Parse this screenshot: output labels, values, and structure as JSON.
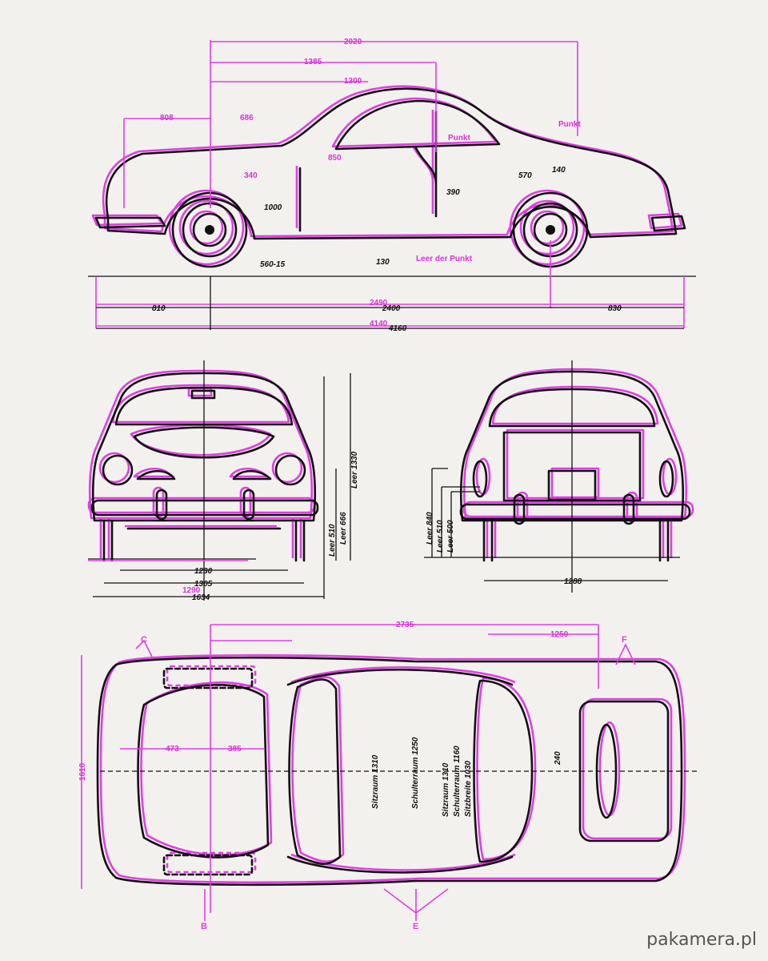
{
  "colors": {
    "ink": "#111111",
    "accent": "#e23de6",
    "paper": "#f3f1ee"
  },
  "side_view": {
    "dims_top": [
      "2020",
      "1385",
      "1300",
      "808",
      "686",
      "Punkt"
    ],
    "dims_body": [
      "340",
      "850",
      "390",
      "1000",
      "560-15",
      "130",
      "570",
      "140",
      "Leer der Punkt",
      "Punkt"
    ],
    "dims_bottom": [
      "810",
      "2400",
      "2490",
      "830",
      "4140",
      "4160"
    ]
  },
  "front_view": {
    "dims": [
      "1230",
      "1305",
      "1290",
      "1634",
      "Leer 1330",
      "Leer 666",
      "Leer 510"
    ]
  },
  "rear_view": {
    "dims": [
      "1288",
      "Leer 840",
      "Leer 510",
      "Leer 500"
    ]
  },
  "top_view": {
    "dims": [
      "2735",
      "1250",
      "473",
      "385",
      "1610",
      "240"
    ],
    "section_letters": [
      "C",
      "B",
      "E",
      "F"
    ],
    "interior_labels": [
      "Sitzraum 1310",
      "Schulterraum 1250",
      "Sitzraum 1310",
      "Schulterraum 1160",
      "Sitzbreite 1030"
    ]
  },
  "watermark": "pakamera.pl"
}
